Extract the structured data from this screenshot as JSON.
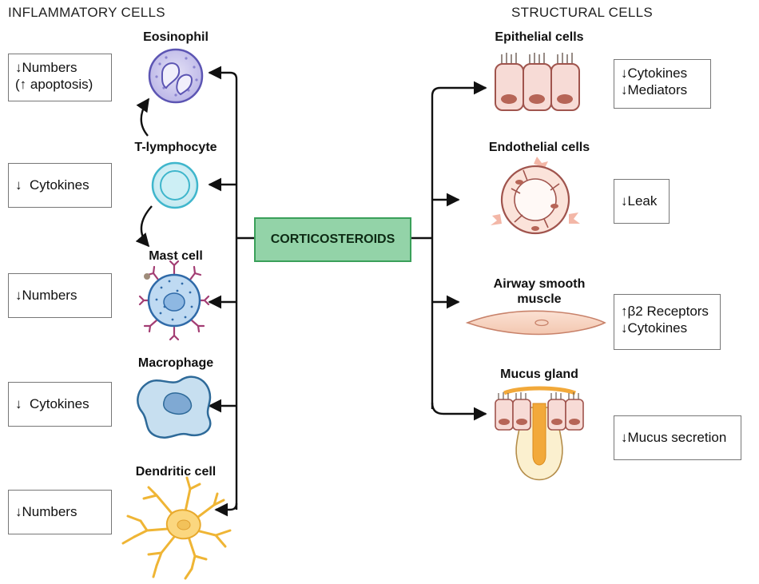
{
  "headers": {
    "left": "INFLAMMATORY CELLS",
    "right": "STRUCTURAL CELLS"
  },
  "center": "CORTICOSTEROIDS",
  "inflammatory": [
    {
      "name": "Eosinophil",
      "effect_lines": [
        "↓Numbers",
        "(↑ apoptosis)"
      ]
    },
    {
      "name": "T-lymphocyte",
      "effect_lines": [
        "↓  Cytokines"
      ]
    },
    {
      "name": "Mast cell",
      "effect_lines": [
        "↓Numbers"
      ]
    },
    {
      "name": "Macrophage",
      "effect_lines": [
        "↓  Cytokines"
      ]
    },
    {
      "name": "Dendritic cell",
      "effect_lines": [
        "↓Numbers"
      ]
    }
  ],
  "structural": [
    {
      "name": "Epithelial cells",
      "effect_lines": [
        "↓Cytokines",
        "↓Mediators"
      ]
    },
    {
      "name": "Endothelial cells",
      "effect_lines": [
        "↓Leak"
      ]
    },
    {
      "name_lines": [
        "Airway smooth",
        "muscle"
      ],
      "effect_lines": [
        "↑β2 Receptors",
        "↓Cytokines"
      ]
    },
    {
      "name": "Mucus gland",
      "effect_lines": [
        "↓Mucus secretion"
      ]
    }
  ]
}
